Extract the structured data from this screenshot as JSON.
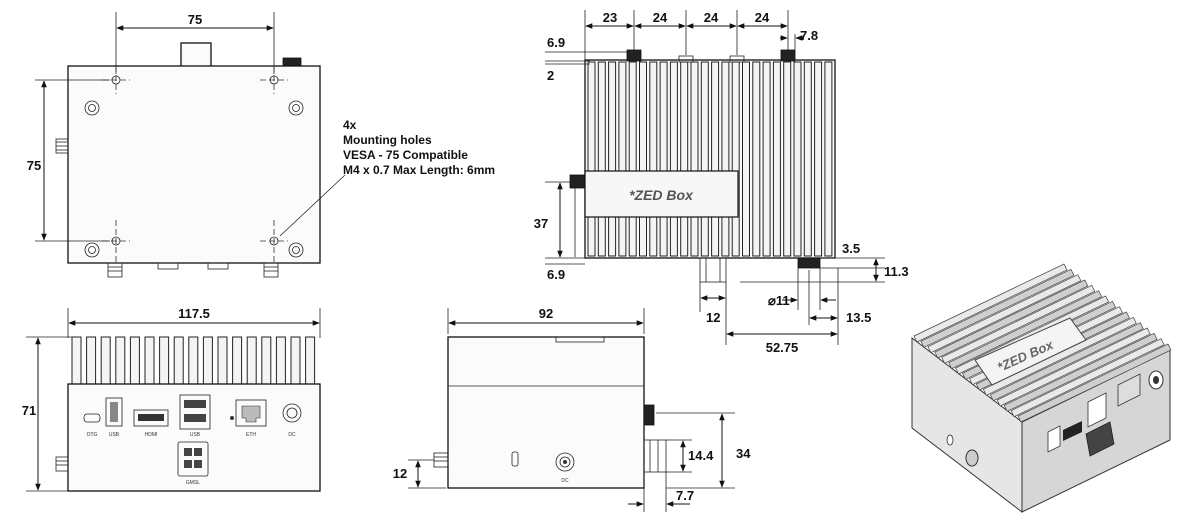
{
  "top_view": {
    "dim_width": "75",
    "dim_height": "75"
  },
  "mounting_note": {
    "line1": "4x",
    "line2": "Mounting holes",
    "line3": "VESA - 75 Compatible",
    "line4": "M4 x 0.7 Max Length: 6mm"
  },
  "side_top_view": {
    "dim_23": "23",
    "dim_24a": "24",
    "dim_24b": "24",
    "dim_24c": "24",
    "dim_6_9_top": "6.9",
    "dim_2": "2",
    "dim_7_8": "7.8",
    "dim_37": "37",
    "dim_6_9_bottom": "6.9",
    "dim_3_5": "3.5",
    "dim_11_3": "11.3",
    "dim_dia11": "⌀11",
    "dim_12": "12",
    "dim_13_5": "13.5",
    "dim_52_75": "52.75",
    "label_text": "*ZED Box"
  },
  "front_view": {
    "dim_117_5": "117.5",
    "dim_71": "71",
    "port_labels": [
      "OTG",
      "USB",
      "HDMI",
      "USB",
      "ETH",
      "DC"
    ],
    "power_label": "GMSL"
  },
  "right_view": {
    "dim_92": "92",
    "dim_34": "34",
    "dim_14_4": "14.4",
    "dim_12": "12",
    "dim_7_7": "7.7",
    "port_label": "DC"
  },
  "iso_view": {
    "label_text": "*ZED Box"
  }
}
